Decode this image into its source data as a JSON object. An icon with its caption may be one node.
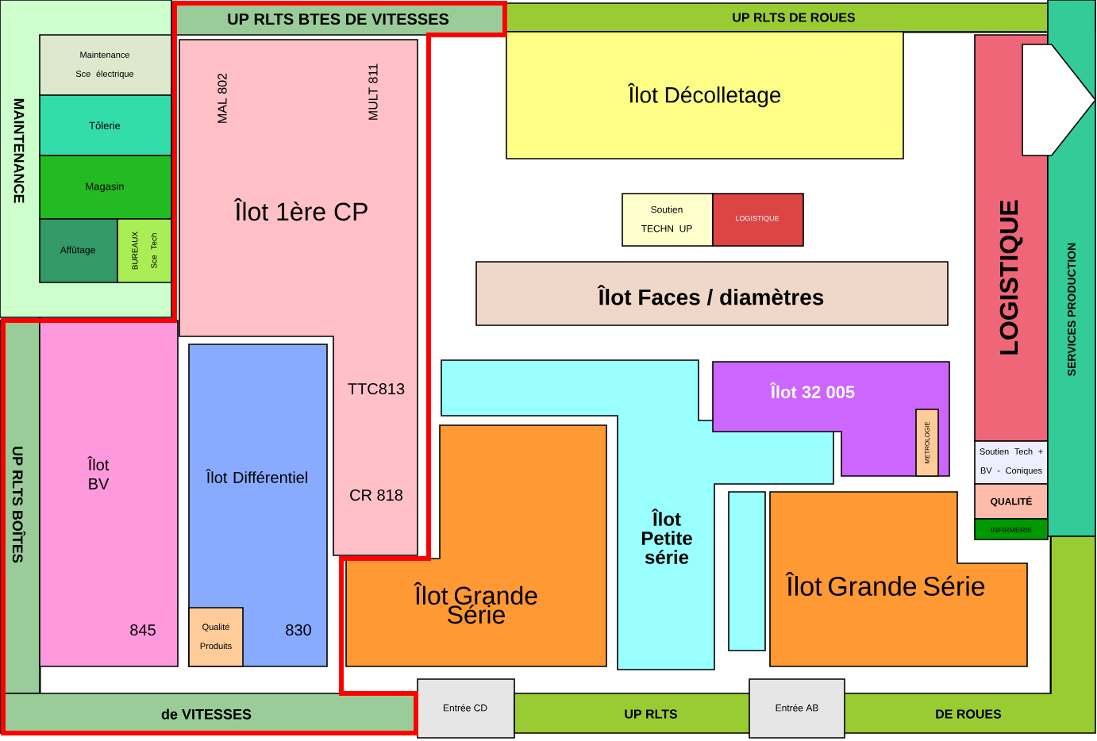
{
  "diagram": {
    "nodes": [
      {
        "text": [
          "UP RLTS BTES DE VITESSES"
        ]
      },
      {
        "text": [
          "UP RLTS DE ROUES"
        ]
      },
      {
        "text": [
          "MAINTENANCE"
        ]
      },
      {
        "text": [
          "Maintenance Sce électrique"
        ],
        "in": 2
      },
      {
        "text": [
          "Tôlerie"
        ],
        "in": 2
      },
      {
        "text": [
          "Magasin"
        ],
        "in": 2
      },
      {
        "text": [
          "Affûtage"
        ],
        "in": 2
      },
      {
        "text": [
          "BUREAUX Sce Tech"
        ],
        "in": 2
      },
      {
        "text": [
          "Îlot 1ère CP",
          "MAL 802",
          "MULT 811",
          "TTC813",
          "CR 818"
        ]
      },
      {
        "text": [
          "UP RLTS BOÎTES"
        ]
      },
      {
        "text": [
          "Îlot BV",
          "845"
        ]
      },
      {
        "text": [
          "Îlot Différentiel",
          "830"
        ]
      },
      {
        "text": [
          "Qualité Produits"
        ],
        "in": 11
      },
      {
        "text": [
          "de VITESSES"
        ]
      },
      {
        "text": [
          "Îlot Décolletage"
        ]
      },
      {
        "text": [
          "Soutien TECHN UP"
        ]
      },
      {
        "text": [
          "LOGISTIQUE"
        ]
      },
      {
        "text": [
          "Îlot Faces / diamètres"
        ]
      },
      {
        "text": [
          "Îlot Petite série"
        ]
      },
      {
        "text": [],
        "shape": "box"
      },
      {
        "text": [
          "Îlot 32 005"
        ]
      },
      {
        "text": [
          "METROLOGIE"
        ],
        "in": 20
      },
      {
        "text": [
          "Îlot Grande Série"
        ]
      },
      {
        "text": [
          "Îlot Grande Série"
        ]
      },
      {
        "text": [
          "LOGISTIQUE"
        ]
      },
      {
        "text": [
          "Soutien Tech + BV - Coniques"
        ]
      },
      {
        "text": [
          "QUALITÉ"
        ]
      },
      {
        "text": [
          "INFIRMERIE"
        ]
      },
      {
        "text": [
          "SERVICES PRODUCTION"
        ]
      },
      {
        "text": [
          "Entrée CD"
        ]
      },
      {
        "text": [
          "Entrée AB"
        ]
      },
      {
        "text": [
          "UP RLTS",
          "DE ROUES"
        ]
      },
      {
        "text": [],
        "shape": "arrow"
      }
    ]
  }
}
